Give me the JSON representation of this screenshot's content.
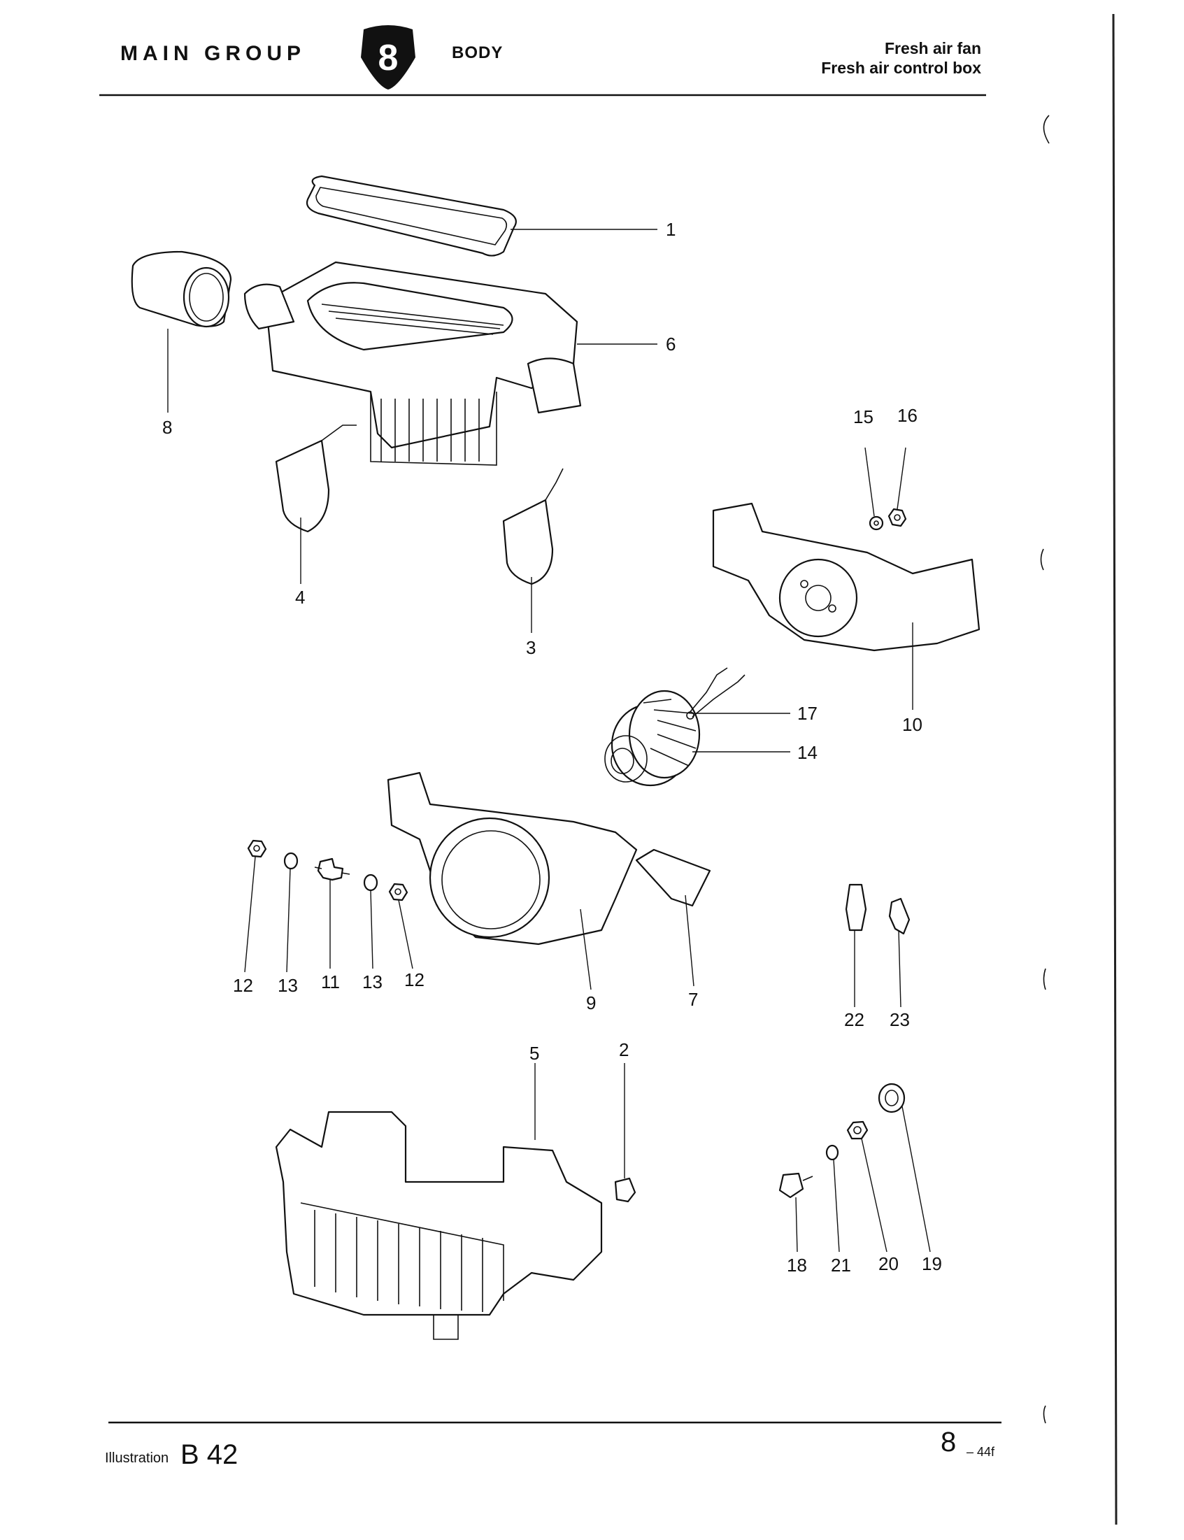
{
  "header": {
    "main_group": "MAIN GROUP",
    "group_number": "8",
    "section": "BODY",
    "title_line1": "Fresh air fan",
    "title_line2": "Fresh air control box"
  },
  "footer": {
    "illustration_label": "Illustration",
    "illustration_code": "B 42",
    "page_number": "8",
    "page_suffix": "– 44f"
  },
  "callouts": [
    "1",
    "6",
    "8",
    "4",
    "3",
    "15",
    "16",
    "10",
    "17",
    "14",
    "12",
    "13",
    "11",
    "13",
    "12",
    "9",
    "7",
    "22",
    "23",
    "5",
    "2",
    "18",
    "21",
    "20",
    "19"
  ]
}
